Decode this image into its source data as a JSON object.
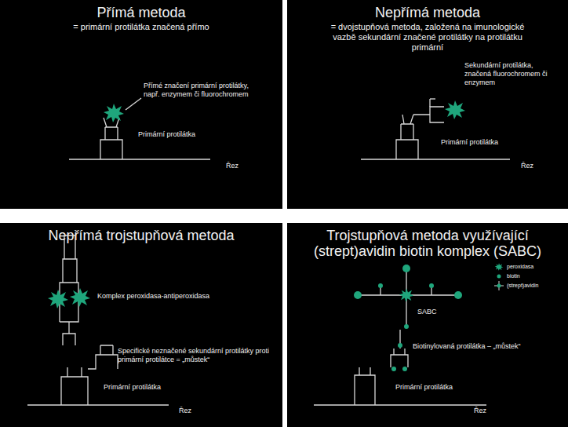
{
  "diagram": {
    "nodes": [
      {
        "text": [
          "Přímá metoda",
          "= primární protilátka značená přímo"
        ]
      },
      {
        "text": [
          "Nepřímá metoda",
          "= dvojstupňová metoda, založená na imunologické vazbě sekundární značené protilátky na protilátku primární"
        ]
      },
      {
        "text": [
          "Nepřímá trojstupňová metoda"
        ]
      },
      {
        "text": [
          "Trojstupňová metoda využívající (strept)avidin biotin komplex (SABC)"
        ]
      }
    ],
    "labels": [
      "Přímé značení primární protilátky, např. enzymem či fluorochromem",
      "Primární protilátka",
      "Řez",
      "Sekundární protilátka, značená fluorochromem či enzymem",
      "Primární protilátka",
      "Řez",
      "Komplex peroxidasa-antiperoxidasa",
      "Specifické neznačené sekundární protilátky proti primární protilátce = „můstek“",
      "Primární protilátka",
      "Řez",
      "SABC",
      "Biotinylovaná protilátka – „můstek“",
      "Primární protilátka",
      "Řez"
    ],
    "legend": [
      {
        "text": "peroxidasa"
      },
      {
        "text": "biotin"
      },
      {
        "text": "(strept)avidin"
      }
    ]
  }
}
